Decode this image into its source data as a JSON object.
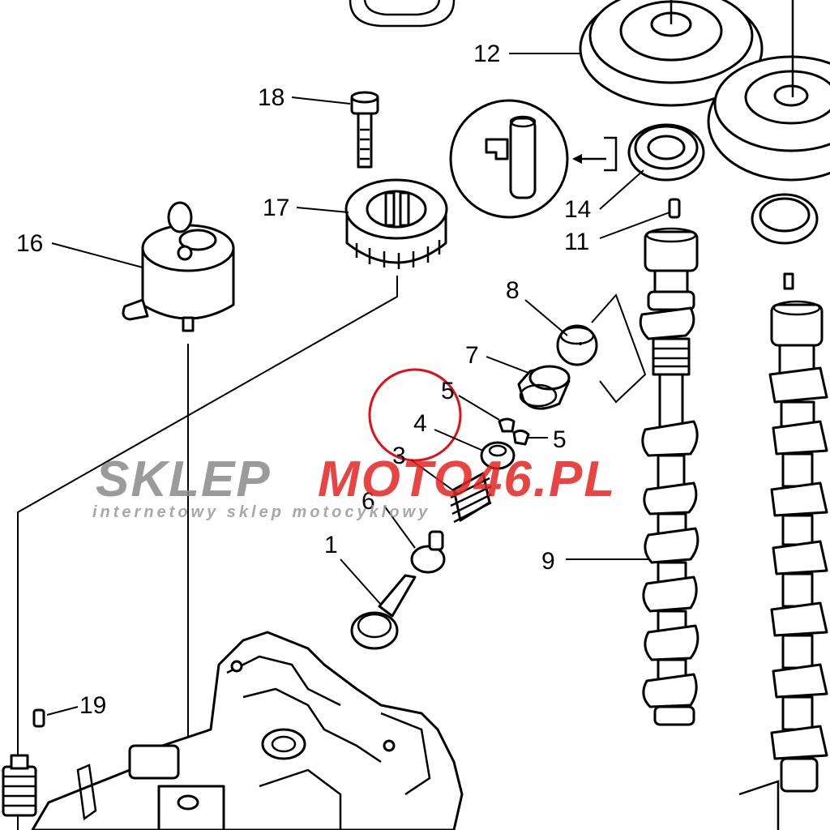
{
  "labels": {
    "p1": "1",
    "p3": "3",
    "p4": "4",
    "p5a": "5",
    "p5b": "5",
    "p6": "6",
    "p7": "7",
    "p8": "8",
    "p9": "9",
    "p11": "11",
    "p12": "12",
    "p14": "14",
    "p16": "16",
    "p17": "17",
    "p18": "18",
    "p19": "19"
  },
  "watermark": {
    "text_left": "SKLEP",
    "text_right": "MOTO46.PL",
    "subtitle": "internetowy sklep motocyklowy"
  },
  "colors": {
    "line": "#000000",
    "highlight_circle": "#e0101a",
    "watermark_gray": "#8a8a8a",
    "watermark_red": "#e52420"
  }
}
